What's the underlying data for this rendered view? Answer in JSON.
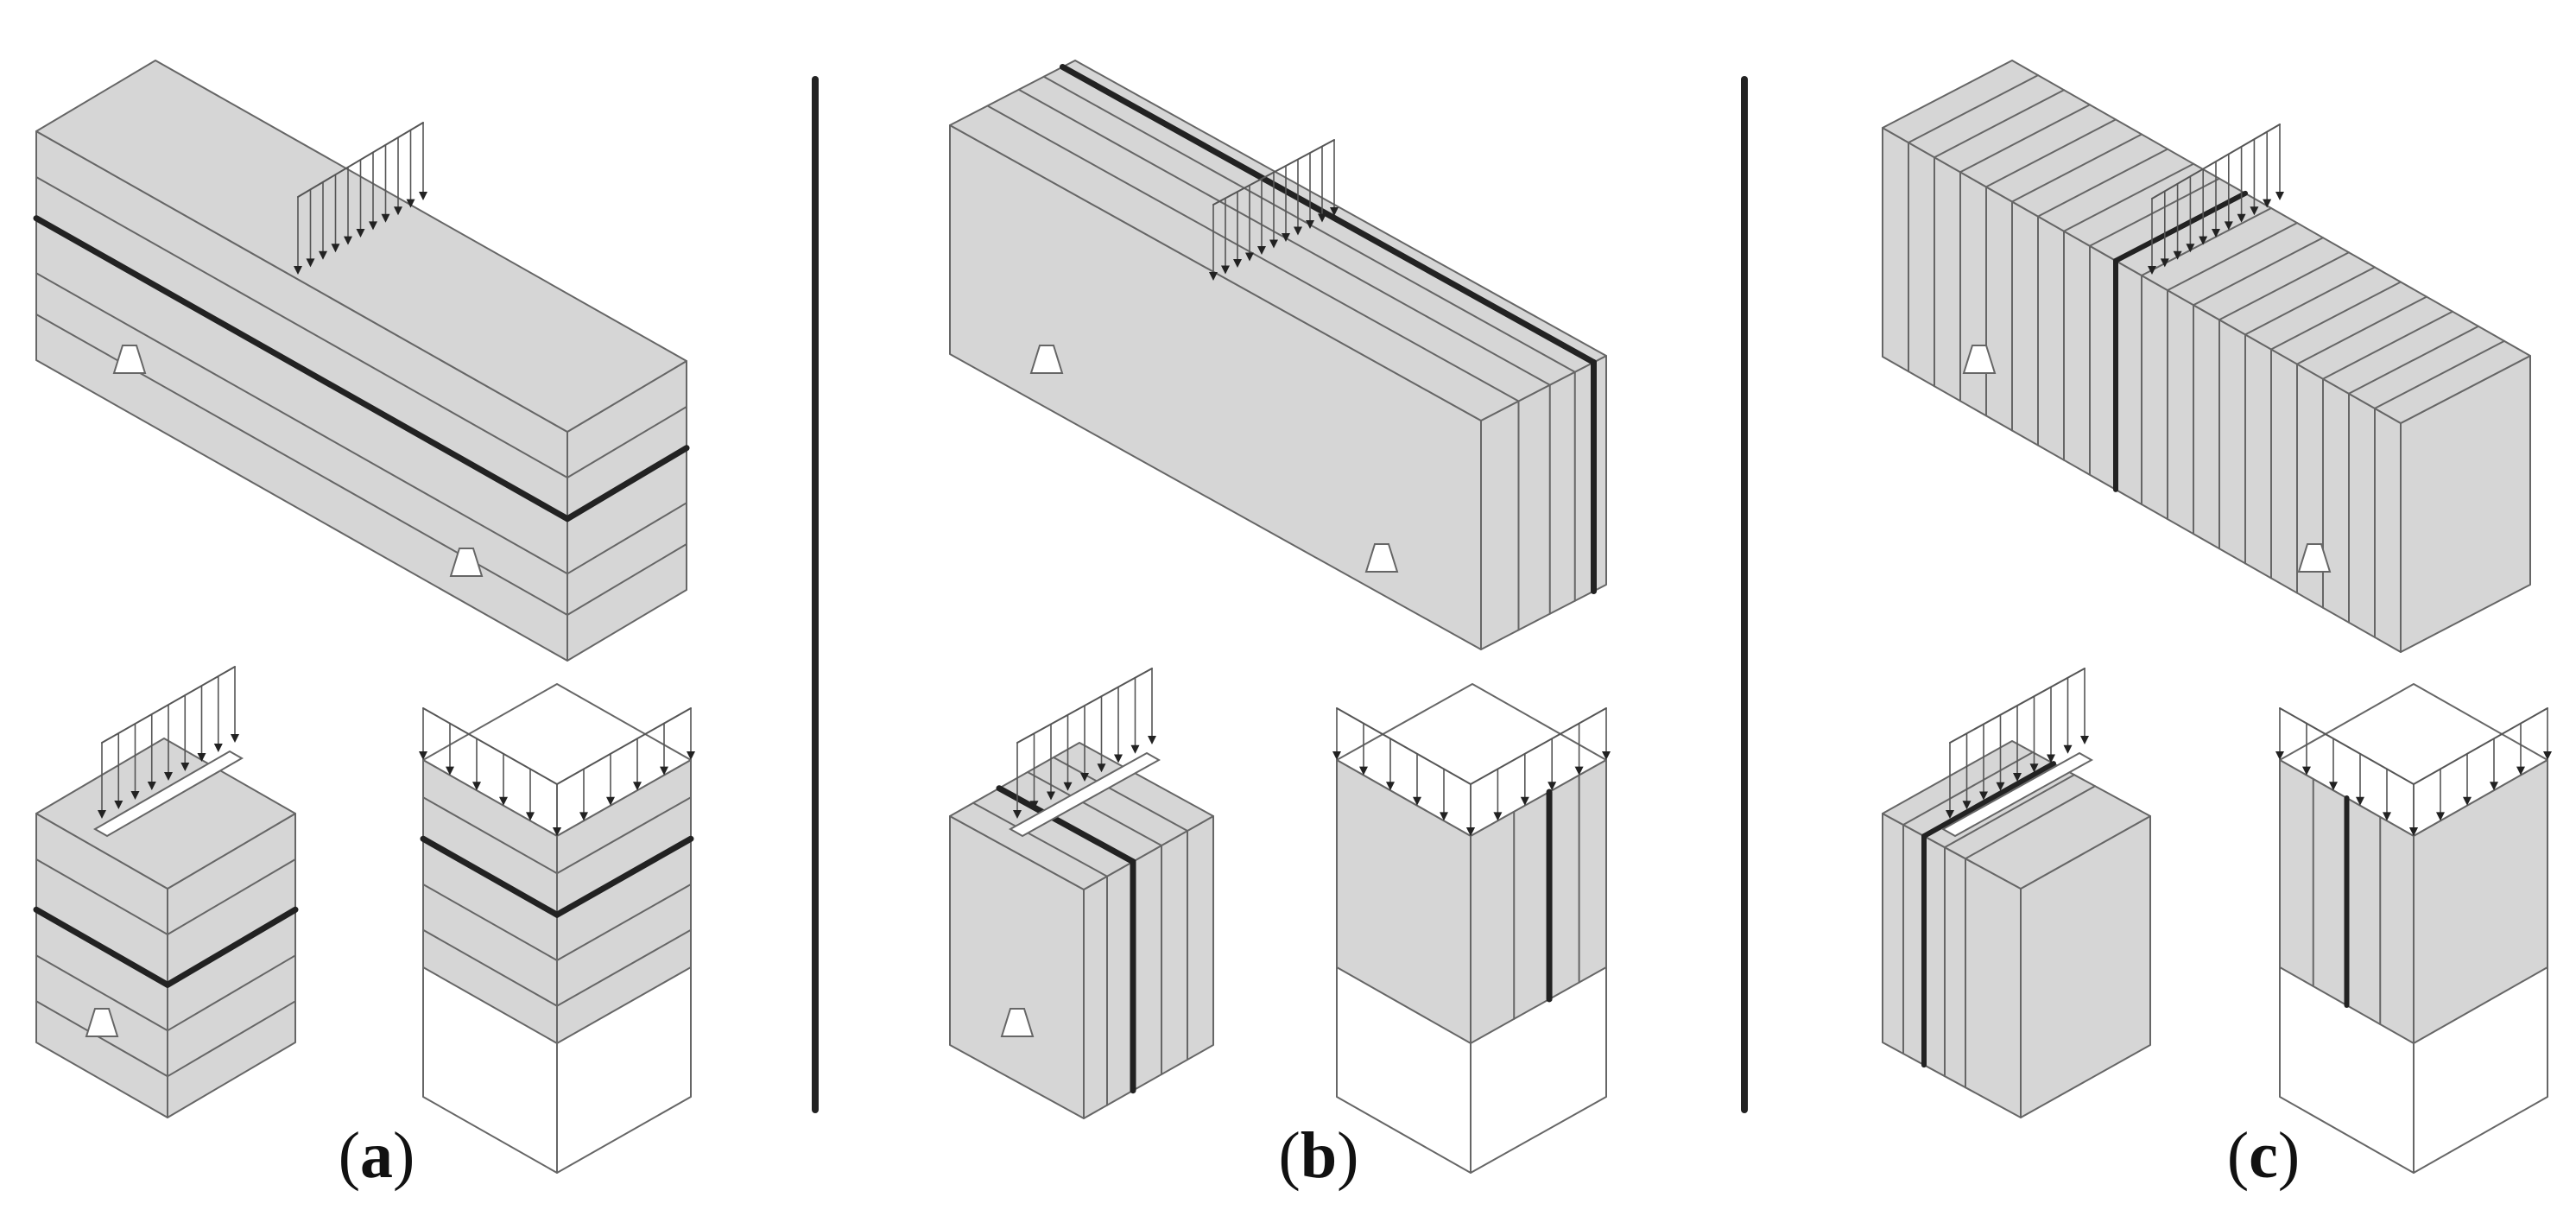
{
  "panels": [
    {
      "id": "a",
      "label": "(a)",
      "letter": "a",
      "orientation": "horizontal"
    },
    {
      "id": "b",
      "label": "(b)",
      "letter": "b",
      "orientation": "vertical"
    },
    {
      "id": "c",
      "label": "(c)",
      "letter": "c",
      "orientation": "transverse"
    }
  ],
  "colors": {
    "fill": "#d6d6d6",
    "edge": "#666666",
    "dark": "#222222",
    "background": "#ffffff"
  }
}
